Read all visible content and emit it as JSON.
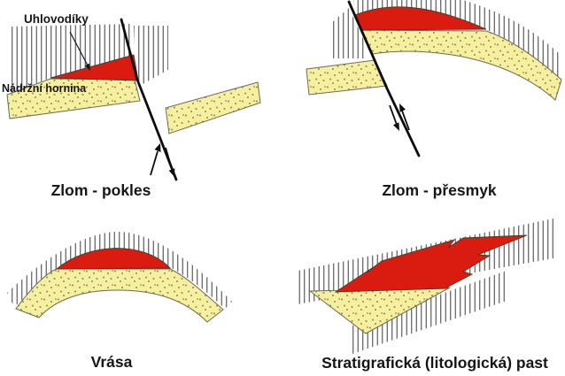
{
  "labels": {
    "hydrocarbons": "Uhlovodíky",
    "reservoir_rock": "Nádržní hornina"
  },
  "panels": [
    {
      "caption": "Zlom - pokles"
    },
    {
      "caption": "Zlom - přesmyk"
    },
    {
      "caption": "Vrása"
    },
    {
      "caption": "Stratigrafická (litologická) past"
    }
  ],
  "colors": {
    "hydrocarbon_red": "#d91b10",
    "reservoir_yellow": "#f6efa0",
    "stipple_olive": "#8e8a55",
    "hatch_gray": "#4d4d4d",
    "outline_gray": "#6b6b57",
    "fault_black": "#0d0d0d",
    "text_black": "#161616",
    "background": "#ffffff"
  }
}
